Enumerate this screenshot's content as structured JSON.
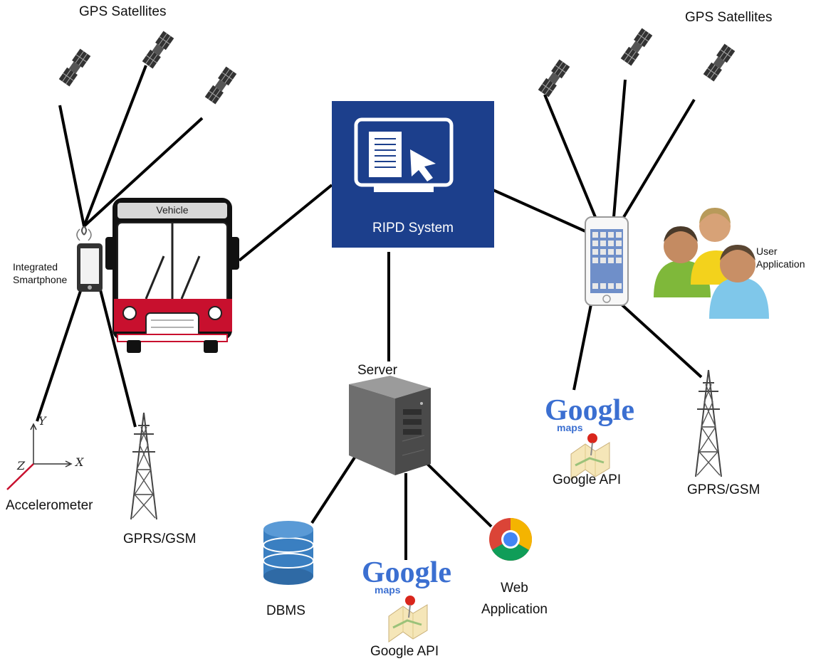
{
  "labels": {
    "gps_left": "GPS Satellites",
    "gps_right": "GPS Satellites",
    "vehicle": "Vehicle",
    "integrated_smartphone": "Integrated\nSmartphone",
    "ripd_system": "RIPD System",
    "user_application": "User\nApplication",
    "server": "Server",
    "accelerometer": "Accelerometer",
    "gprs_left": "GPRS/GSM",
    "gprs_right": "GPRS/GSM",
    "google_api_right": "Google API",
    "google_api_bottom": "Google API",
    "dbms": "DBMS",
    "web_application": "Web\nApplication"
  },
  "axes": {
    "x": "X",
    "y": "Y",
    "z": "Z"
  },
  "logos": {
    "google": "Google",
    "maps": "maps"
  },
  "colors": {
    "ripd_blue": "#1c3f8c",
    "bus_red": "#c8102e",
    "db_blue": "#3a7fc1",
    "line": "#000000"
  }
}
